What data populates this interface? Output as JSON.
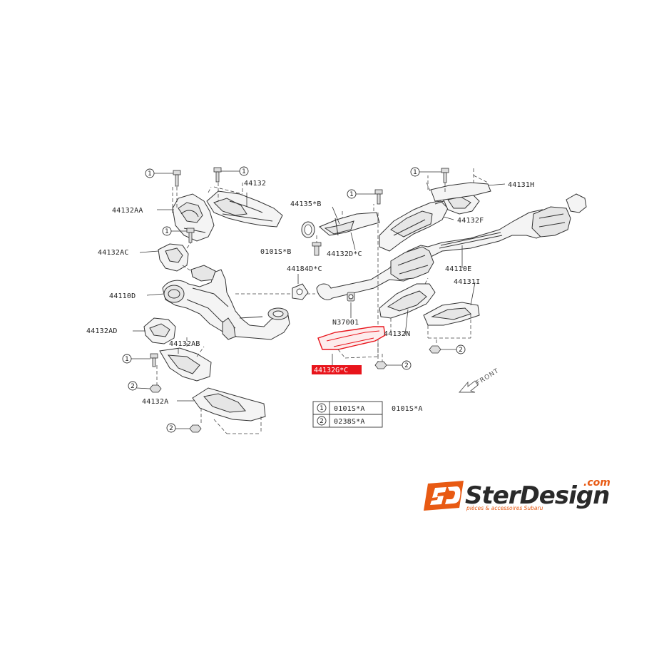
{
  "diagram": {
    "labels": {
      "p44132": "44132",
      "p44132AA": "44132AA",
      "p44135B": "44135*B",
      "p44131H": "44131H",
      "p44132F": "44132F",
      "p0101SB": "0101S*B",
      "p44132DC": "44132D*C",
      "p44132AC": "44132AC",
      "p44184DC": "44184D*C",
      "p44110E": "44110E",
      "p44110D": "44110D",
      "p44131I": "44131I",
      "pN37001": "N37001",
      "p44132N": "44132N",
      "p44132AD": "44132AD",
      "p44132AB": "44132AB",
      "p44132A": "44132A",
      "p0101SA_side": "0101S*A"
    },
    "highlighted_part": "44132G*C",
    "highlight_color": "#e8141b",
    "callout_1": "1",
    "callout_2": "2",
    "front_label": "FRONT",
    "legend": [
      {
        "num": "1",
        "code": "0101S*A"
      },
      {
        "num": "2",
        "code": "0238S*A"
      }
    ]
  },
  "logo": {
    "name": "SterDesign",
    "domain": ".com",
    "tagline": "pièces & accessoires Subaru",
    "accent_color": "#e85a13"
  }
}
